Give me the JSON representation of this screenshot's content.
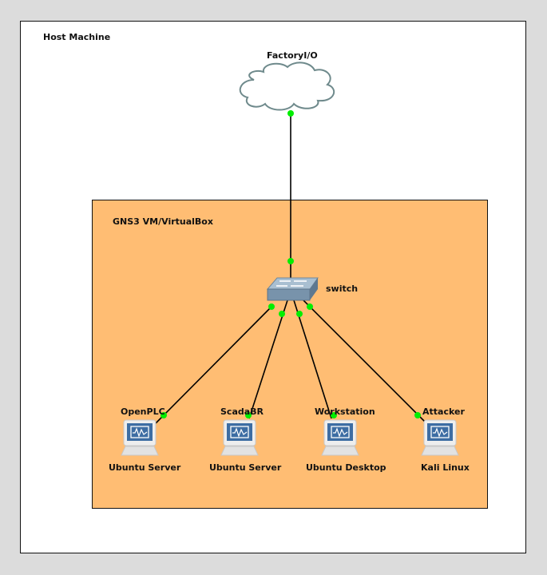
{
  "host": {
    "label": "Host Machine"
  },
  "vm": {
    "label": "GNS3 VM/VirtualBox"
  },
  "cloud": {
    "name": "FactoryI/O"
  },
  "switch": {
    "name": "switch"
  },
  "nodes": [
    {
      "name": "OpenPLC",
      "os": "Ubuntu Server"
    },
    {
      "name": "ScadaBR",
      "os": "Ubuntu Server"
    },
    {
      "name": "Workstation",
      "os": "Ubuntu Desktop"
    },
    {
      "name": "Attacker",
      "os": "Kali Linux"
    }
  ],
  "colors": {
    "vm_fill": "#ffbd73",
    "link_up": "#00ee00",
    "link": "#000000"
  }
}
